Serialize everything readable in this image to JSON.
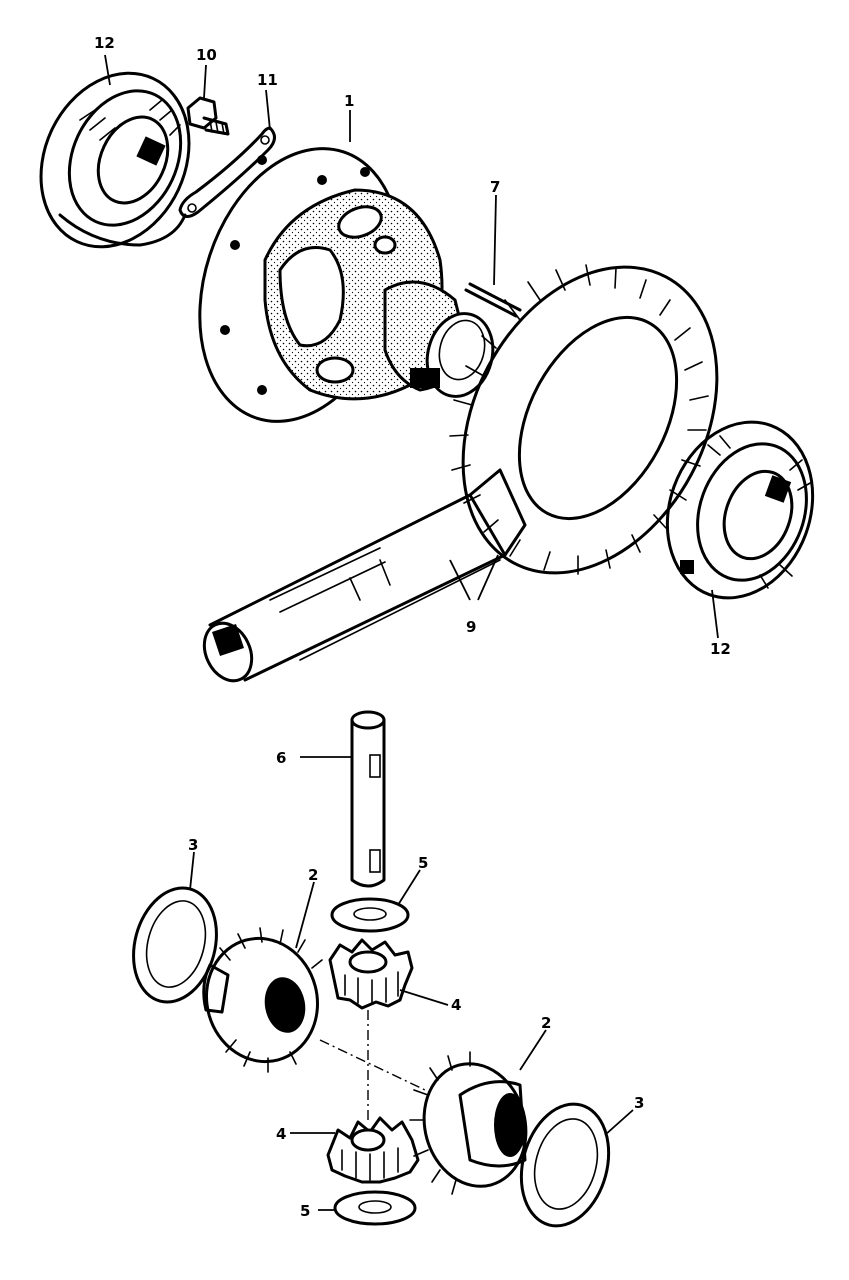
{
  "diagram": {
    "callouts": {
      "c1": "1",
      "c2a": "2",
      "c2b": "2",
      "c3a": "3",
      "c3b": "3",
      "c4a": "4",
      "c4b": "4",
      "c5a": "5",
      "c5b": "5",
      "c6": "6",
      "c7": "7",
      "c9": "9",
      "c10": "10",
      "c11": "11",
      "c12a": "12",
      "c12b": "12"
    }
  }
}
